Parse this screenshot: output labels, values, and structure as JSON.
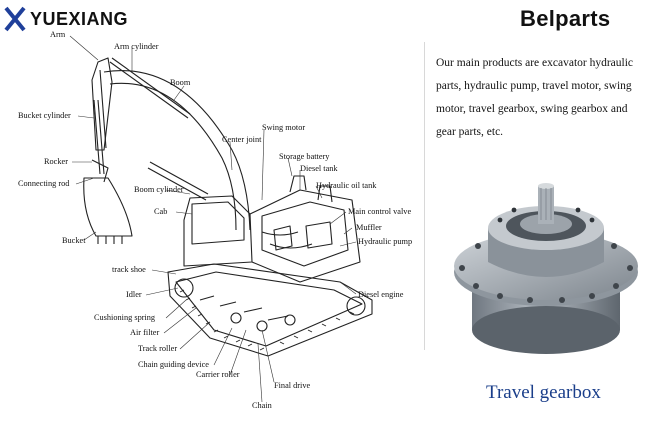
{
  "brand": {
    "left_logo_text": "YUEXIANG",
    "right_logo_text": "Belparts"
  },
  "intro": "Our main products are excavator hydraulic parts, hydraulic pump, travel motor, swing motor, travel gearbox, swing gearbox and gear parts, etc.",
  "product_caption": "Travel gearbox",
  "labels": {
    "arm": "Arm",
    "arm_cylinder": "Arm cylinder",
    "boom": "Boom",
    "bucket_cylinder": "Bucket cylinder",
    "swing_motor": "Swing motor",
    "center_joint": "Center joint",
    "storage_battery": "Storage battery",
    "rocker": "Rocker",
    "diesel_tank": "Diesel tank",
    "connecting_rod": "Connecting rod",
    "hydraulic_oil_tank": "Hydraulic oil tank",
    "boom_cylinder": "Boom cylinder",
    "cab": "Cab",
    "main_control_valve": "Main control valve",
    "muffler": "Muffler",
    "bucket": "Bucket",
    "hydraulic_pump": "Hydraulic pump",
    "track_shoe": "track shoe",
    "idler": "Idler",
    "diesel_engine": "Diesel engine",
    "cushioning_spring": "Cushioning spring",
    "air_filter": "Air filter",
    "track_roller": "Track roller",
    "chain_guiding_device": "Chain guiding device",
    "carrier_roller": "Carrier roller",
    "final_drive": "Final drive",
    "chain": "Chain"
  }
}
